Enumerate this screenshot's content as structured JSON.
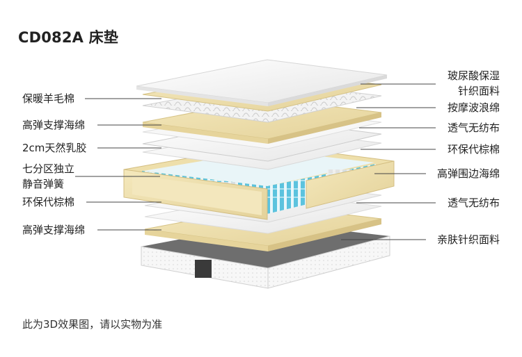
{
  "title": "CD082A 床垫",
  "footnote": "此为3D效果图，请以实物为准",
  "left_labels": [
    {
      "key": "l1",
      "lines": [
        "保暖羊毛棉"
      ]
    },
    {
      "key": "l2",
      "lines": [
        "高弹支撑海绵"
      ]
    },
    {
      "key": "l3",
      "lines": [
        "2cm天然乳胶"
      ]
    },
    {
      "key": "l4",
      "lines": [
        "七分区独立",
        "静音弹簧"
      ]
    },
    {
      "key": "l5",
      "lines": [
        "环保代棕棉"
      ]
    },
    {
      "key": "l6",
      "lines": [
        "高弹支撑海绵"
      ]
    }
  ],
  "right_labels": [
    {
      "key": "r1",
      "lines": [
        "玻尿酸保湿",
        "针织面料"
      ]
    },
    {
      "key": "r2",
      "lines": [
        "按摩波浪绵"
      ]
    },
    {
      "key": "r3",
      "lines": [
        "透气无纺布"
      ]
    },
    {
      "key": "r4",
      "lines": [
        "环保代棕棉"
      ]
    },
    {
      "key": "r5",
      "lines": [
        "高弹围边海绵"
      ]
    },
    {
      "key": "r6",
      "lines": [
        "透气无纺布"
      ]
    },
    {
      "key": "r7",
      "lines": [
        "亲肤针织面料"
      ]
    }
  ],
  "colors": {
    "foam": "#eedfab",
    "foam_edge": "#d9c588",
    "layer_white": "#f5f5f5",
    "layer_edge": "#d8d8d8",
    "spring_blue": "#5cc3de",
    "base_dark": "#6e6e6e",
    "leader": "#444444"
  }
}
